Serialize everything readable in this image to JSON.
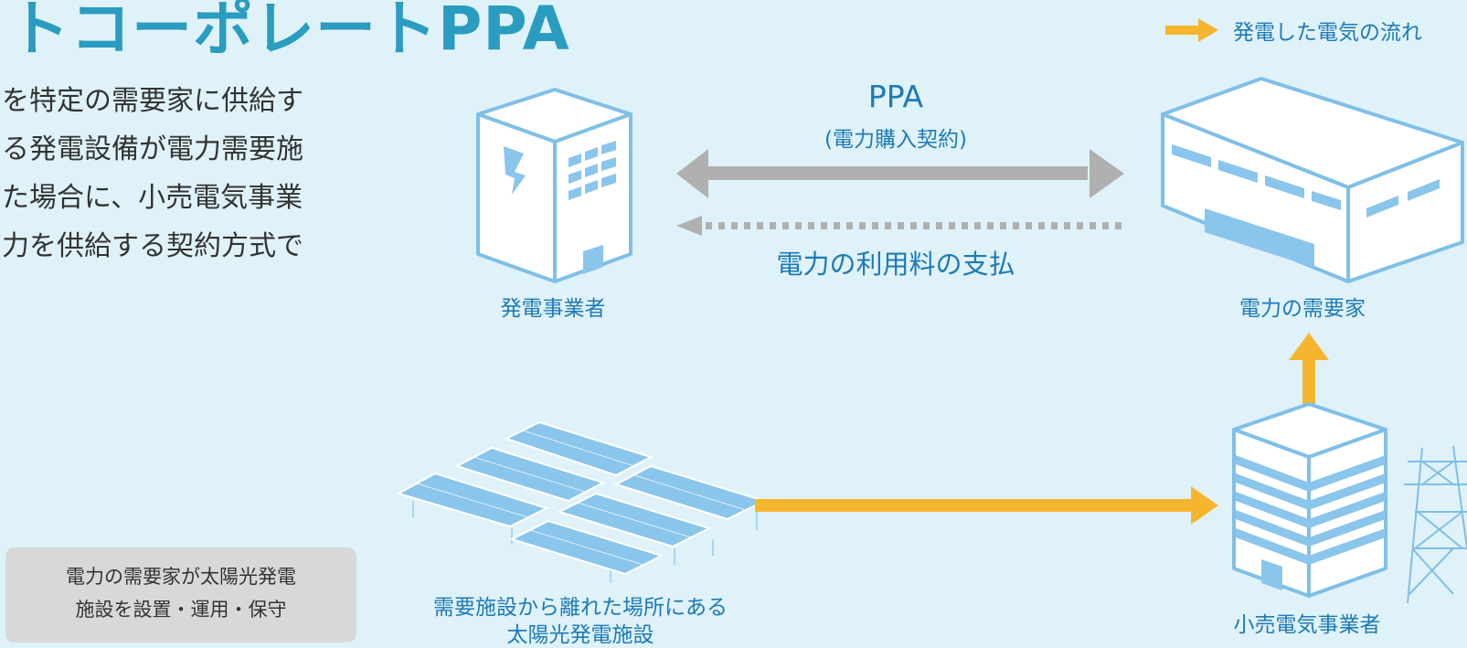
{
  "title": "トコーポレートPPA",
  "legend": {
    "label": "発電した電気の流れ",
    "arrow_color": "#f6b52e"
  },
  "description": {
    "lines": [
      "を特定の需要家に供給す",
      "る発電設備が電力需要施",
      "た場合に、小売電気事業",
      "力を供給する契約方式で"
    ]
  },
  "diagram": {
    "ppa_title": "PPA",
    "ppa_subtitle": "(電力購入契約)",
    "payment_label": "電力の利用料の支払",
    "generator_label": "発電事業者",
    "consumer_label": "電力の需要家",
    "solar_label_line1": "需要施設から離れた場所にある",
    "solar_label_line2": "太陽光発電施設",
    "retailer_label": "小売電気事業者",
    "note_line1": "電力の需要家が太陽光発電",
    "note_line2": "施設を設置・運用・保守",
    "colors": {
      "background": "#dff2f9",
      "title": "#2a9cc0",
      "label": "#1d7ab8",
      "contract_arrow": "#b0b0b0",
      "power_flow": "#f6b52e",
      "building_stroke": "#7fbfe8",
      "building_accent": "#8ac5ec"
    }
  }
}
